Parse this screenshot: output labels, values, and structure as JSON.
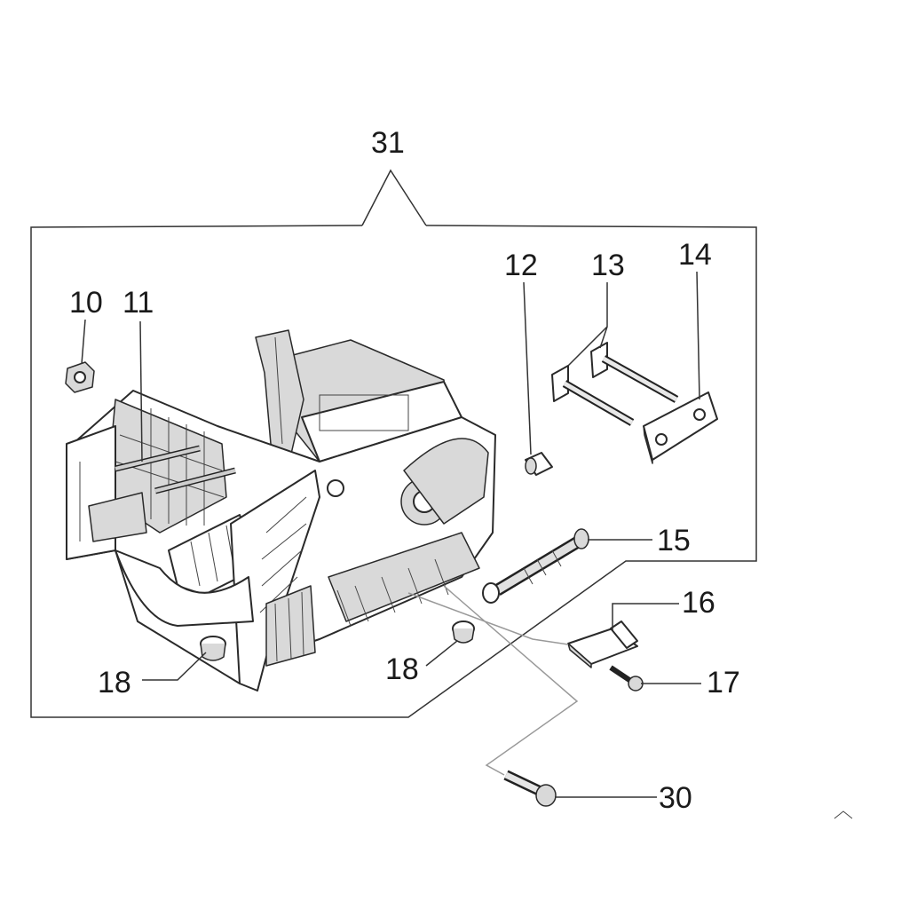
{
  "labels": {
    "l31": "31",
    "l10": "10",
    "l11": "11",
    "l12": "12",
    "l13": "13",
    "l14": "14",
    "l15": "15",
    "l16": "16",
    "l17": "17",
    "l18a": "18",
    "l18b": "18",
    "l30": "30"
  }
}
